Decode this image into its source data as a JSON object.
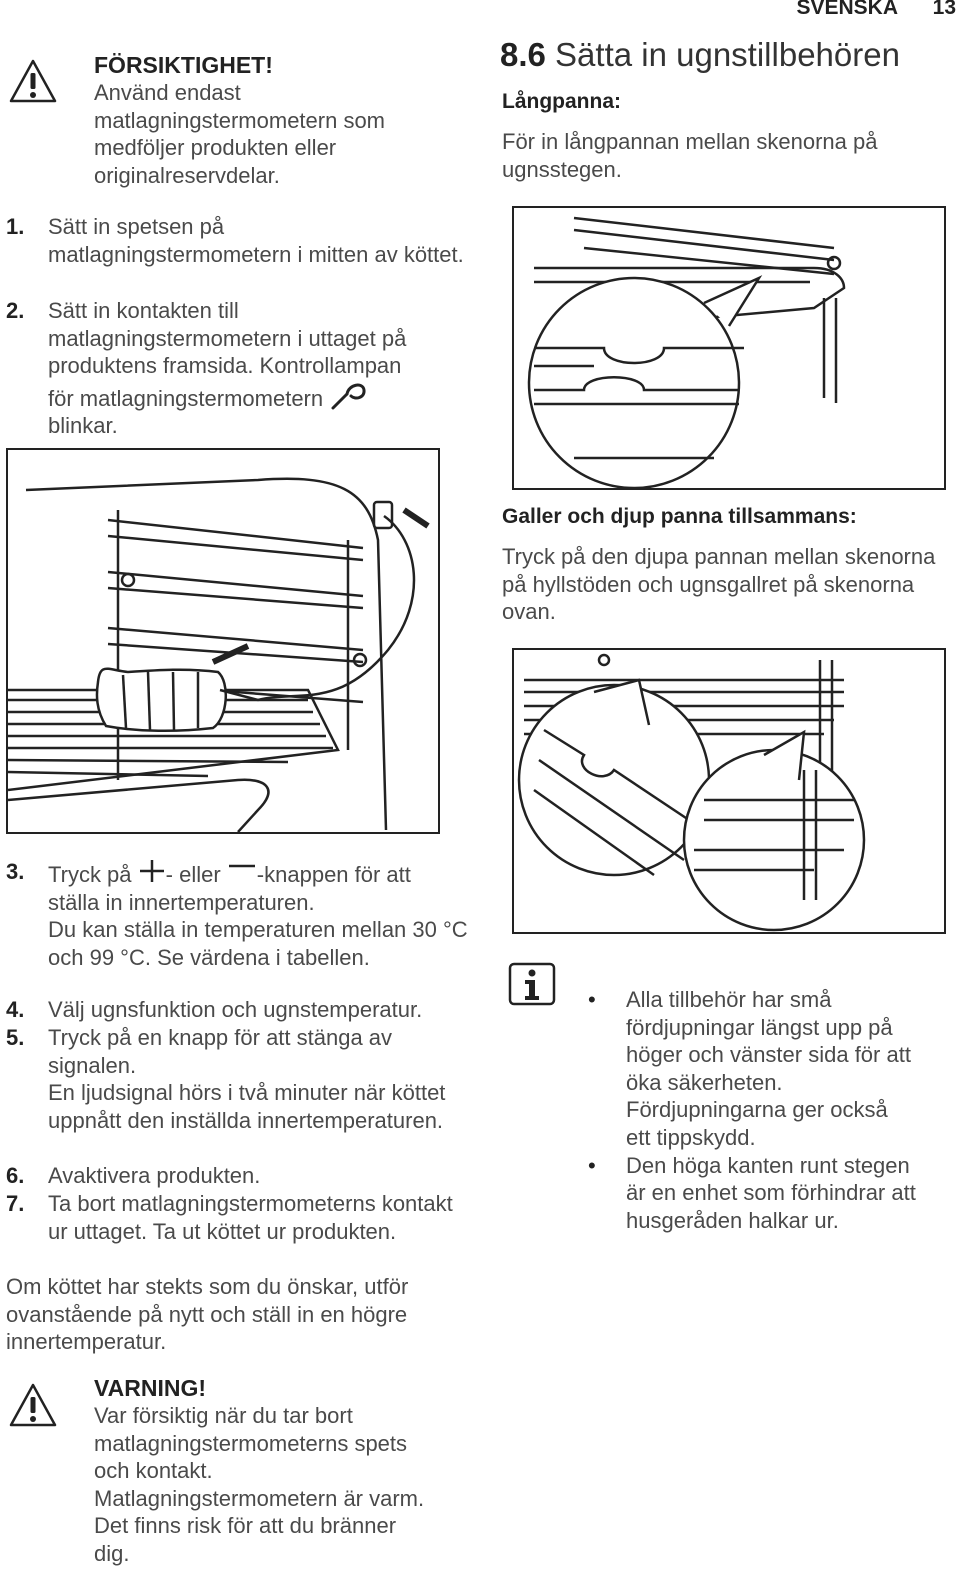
{
  "header": {
    "language": "SVENSKA",
    "page_number": "13"
  },
  "caution": {
    "title": "FÖRSIKTIGHET!",
    "text": "Använd endast matlagningstermometern som medföljer produkten eller originalreservdelar."
  },
  "steps_a": [
    {
      "num": "1.",
      "text": "Sätt in spetsen på matlagningstermometern i mitten av köttet."
    },
    {
      "num": "2.",
      "text_line1": "Sätt in kontakten till matlagningstermometern i uttaget på produktens framsida. Kontrollampan",
      "text_line2": "för matlagningstermometern",
      "text_line3": "blinkar."
    }
  ],
  "step3": {
    "num": "3.",
    "pre": "Tryck på",
    "mid": "- eller",
    "post": "-knappen för att ställa in innertemperaturen.",
    "extra": "Du kan ställa in temperaturen mellan 30 °C och 99 °C. Se värdena i tabellen."
  },
  "steps_b": [
    {
      "num": "4.",
      "text": "Välj ugnsfunktion och ugnstemperatur."
    },
    {
      "num": "5.",
      "text": "Tryck på en knapp för att stänga av signalen.",
      "extra": "En ljudsignal hörs i två minuter när köttet uppnått den inställda innertemperaturen."
    },
    {
      "num": "6.",
      "text": "Avaktivera produkten."
    },
    {
      "num": "7.",
      "text": "Ta bort matlagningstermometerns kontakt ur uttaget. Ta ut köttet ur produkten."
    }
  ],
  "closing": "Om köttet har stekts som du önskar, utför ovanstående på nytt och ställ in en högre innertemperatur.",
  "warning": {
    "title": "VARNING!",
    "text": "Var försiktig när du tar bort matlagningstermometerns spets och kontakt. Matlagningstermometern är varm. Det finns risk för att du bränner dig."
  },
  "section": {
    "number": "8.6",
    "title": "Sätta in ugnstillbehören",
    "pan_title": "Långpanna:",
    "pan_text": "För in långpannan mellan skenorna på ugnsstegen.",
    "combo_title": "Galler och djup panna tillsammans:",
    "combo_text": "Tryck på den djupa pannan mellan skenorna på hyllstöden och ugnsgallret på skenorna ovan."
  },
  "info": {
    "bullets": [
      "Alla tillbehör har små fördjupningar längst upp på höger och vänster sida för att öka säkerheten. Fördjupningarna ger också ett tippskydd.",
      "Den höga kanten runt stegen är en enhet som förhindrar att husgeråden halkar ur."
    ]
  },
  "icons": {
    "warning": "warning-triangle-icon",
    "probe": "meat-probe-icon",
    "plus": "plus-icon",
    "minus": "minus-icon",
    "info": "info-icon"
  }
}
